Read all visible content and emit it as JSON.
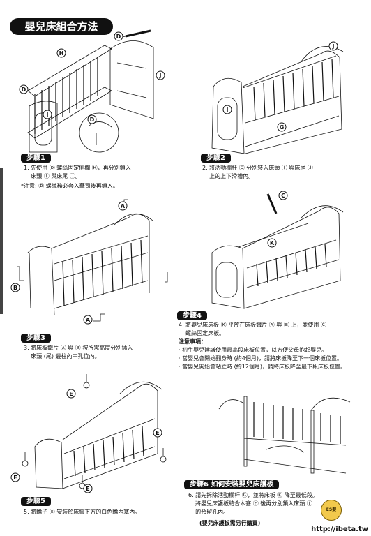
{
  "title": "嬰兒床組合方法",
  "steps": {
    "step1": {
      "badge": "步驟1",
      "lines": [
        "1. 先使用 Ⓓ 螺絲固定側欄 Ⓗ，再分別鎖入",
        "    床頭 Ⓘ 與床尾 Ⓙ。",
        "*注意: Ⓓ 螺絲務必套入華司後再鎖入。"
      ]
    },
    "step2": {
      "badge": "步驟2",
      "lines": [
        "2. 將活動欄杆 Ⓖ 分別裝入床頭 Ⓘ 與床尾 Ⓙ",
        "    上的上下滑槽內。"
      ]
    },
    "step3": {
      "badge": "步驟3",
      "lines": [
        "3. 將床板鐵片 Ⓐ 與 Ⓑ 按所需高度分別插入",
        "    床頭 (尾) 邊柱內中孔位內。"
      ]
    },
    "step4": {
      "badge": "步驟4",
      "lines": [
        "4. 將嬰兒床床板 Ⓚ 平放在床板鐵片 Ⓐ 與 Ⓑ 上，並使用 Ⓒ",
        "    螺絲固定床板。"
      ],
      "notes_title": "注意事項：",
      "notes": [
        "· 初生嬰兒建議使用最高段床板位置，以方便父母抱起嬰兒。",
        "· 當嬰兒會開始翻身時 (約4個月)，請將床板降至下一個床板位置。",
        "· 當嬰兒開始會站立時 (約12個月)，請將床板降至最下段床板位置。"
      ]
    },
    "step5": {
      "badge": "步驟5",
      "lines": [
        "5. 將輪子 Ⓔ 安裝於床腳下方的白色輪內塞內。"
      ]
    },
    "step6": {
      "badge": "步驟6  如何安裝嬰兒床護板",
      "lines": [
        "6. 請先拆除活動欄杆 Ⓖ，並將床板 Ⓚ 降至最低段。",
        "    將嬰兒床護板結合木塞 Ⓕ 後再分別鎖入床頭 Ⓘ",
        "    的預留孔內。"
      ],
      "footnote": "(嬰兒床護板需另行購買)"
    }
  },
  "callouts": {
    "s1": [
      "H",
      "D",
      "J",
      "D",
      "I",
      "D"
    ],
    "s2": [
      "J",
      "I",
      "G"
    ],
    "s3": [
      "A",
      "B",
      "A"
    ],
    "s4": [
      "C",
      "K"
    ],
    "s5": [
      "E",
      "E",
      "E",
      "E"
    ]
  },
  "watermark": "http://ibeta.tw",
  "watermark_logo": "ES嬰"
}
